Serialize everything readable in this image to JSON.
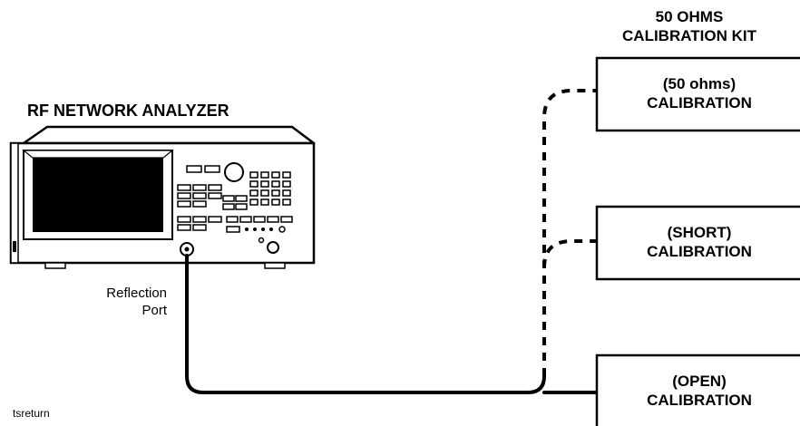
{
  "calibration_kit": {
    "title_line1": "50 OHMS",
    "title_line2": "CALIBRATION KIT",
    "standards": [
      {
        "line1": "(50 ohms)",
        "line2": "CALIBRATION"
      },
      {
        "line1": "(SHORT)",
        "line2": "CALIBRATION"
      },
      {
        "line1": "(OPEN)",
        "line2": "CALIBRATION"
      }
    ]
  },
  "analyzer": {
    "title": "RF NETWORK ANALYZER",
    "port_label_line1": "Reflection",
    "port_label_line2": "Port"
  },
  "figure_id": "tsreturn"
}
